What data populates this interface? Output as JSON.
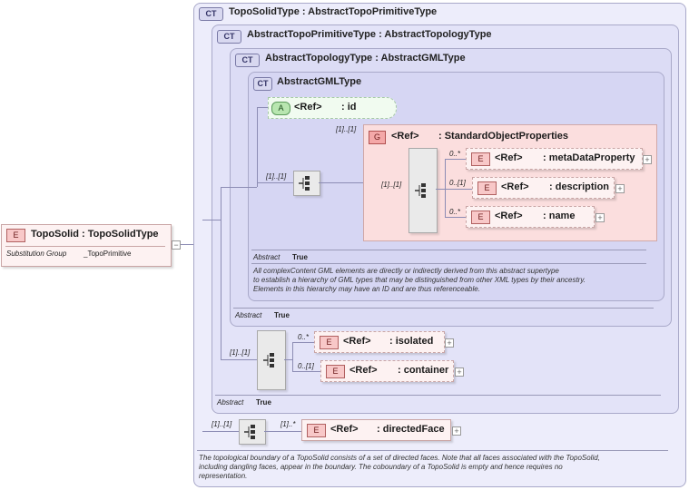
{
  "root": {
    "badge": "E",
    "name": "TopoSolid : TopoSolidType",
    "substitution_label": "Substitution Group",
    "substitution_value": "_TopoPrimitive"
  },
  "types": {
    "topo_solid_type": {
      "badge": "CT",
      "title": "TopoSolidType : AbstractTopoPrimitiveType"
    },
    "abstract_topo_primitive_type": {
      "badge": "CT",
      "title": "AbstractTopoPrimitiveType : AbstractTopologyType"
    },
    "abstract_topology_type": {
      "badge": "CT",
      "title": "AbstractTopologyType : AbstractGMLType"
    },
    "abstract_gml_type": {
      "badge": "CT",
      "title": "AbstractGMLType"
    }
  },
  "attribute_id": {
    "badge": "A",
    "ref": "<Ref>",
    "name": ": id"
  },
  "group": {
    "badge": "G",
    "ref": "<Ref>",
    "name": ": StandardObjectProperties",
    "multiplicity": "[1]..[1]"
  },
  "standard_elements": [
    {
      "badge": "E",
      "ref": "<Ref>",
      "name": ": metaDataProperty",
      "multiplicity": "0..*"
    },
    {
      "badge": "E",
      "ref": "<Ref>",
      "name": ": description",
      "multiplicity": "0..[1]"
    },
    {
      "badge": "E",
      "ref": "<Ref>",
      "name": ": name",
      "multiplicity": "0..*"
    }
  ],
  "multiplicities": {
    "gml_seq": "[1]..[1]",
    "inner_seq": "[1]..[1]",
    "topo_seq": "[1]..[1]",
    "outer_seq": "[1]..[1]"
  },
  "gml_abstract": {
    "key": "Abstract",
    "value": "True"
  },
  "gml_doc": [
    "All complexContent GML elements are directly or indirectly derived from this abstract supertype",
    "to establish a hierarchy of GML types that may be distinguished from other XML types by their ancestry.",
    "Elements in this hierarchy may have an ID and are thus referenceable."
  ],
  "topology_abstract": {
    "key": "Abstract",
    "value": "True"
  },
  "topo_elements": [
    {
      "badge": "E",
      "ref": "<Ref>",
      "name": ": isolated",
      "multiplicity": "0..*"
    },
    {
      "badge": "E",
      "ref": "<Ref>",
      "name": ": container",
      "multiplicity": "0..[1]"
    }
  ],
  "primitive_abstract": {
    "key": "Abstract",
    "value": "True"
  },
  "directed_face": {
    "badge": "E",
    "ref": "<Ref>",
    "name": ": directedFace",
    "multiplicity": "[1]..*"
  },
  "solid_doc": [
    "The topological boundary of a TopoSolid consists of a set of directed faces. Note that all faces associated with the TopoSolid,",
    "including dangling faces, appear in the boundary. The coboundary of a TopoSolid is empty and hence requires no",
    "representation."
  ]
}
